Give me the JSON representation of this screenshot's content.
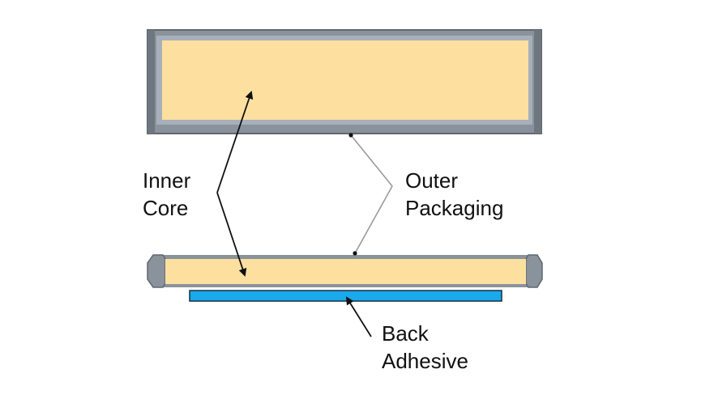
{
  "labels": {
    "inner_core": {
      "line1": "Inner",
      "line2": "Core"
    },
    "outer_packaging": {
      "line1": "Outer",
      "line2": "Packaging"
    },
    "back_adhesive": {
      "line1": "Back",
      "line2": "Adhesive"
    }
  },
  "colors": {
    "inner_core_fill": "#FDDFA0",
    "outer_packaging_fill": "#8A939C",
    "outer_packaging_edge": "#5F6870",
    "inner_border": "#A7B0BA",
    "back_adhesive_fill": "#19A9EC",
    "back_adhesive_edge": "#1B2C3C",
    "leader_line": "#9A9A9A",
    "arrow": "#111111"
  }
}
